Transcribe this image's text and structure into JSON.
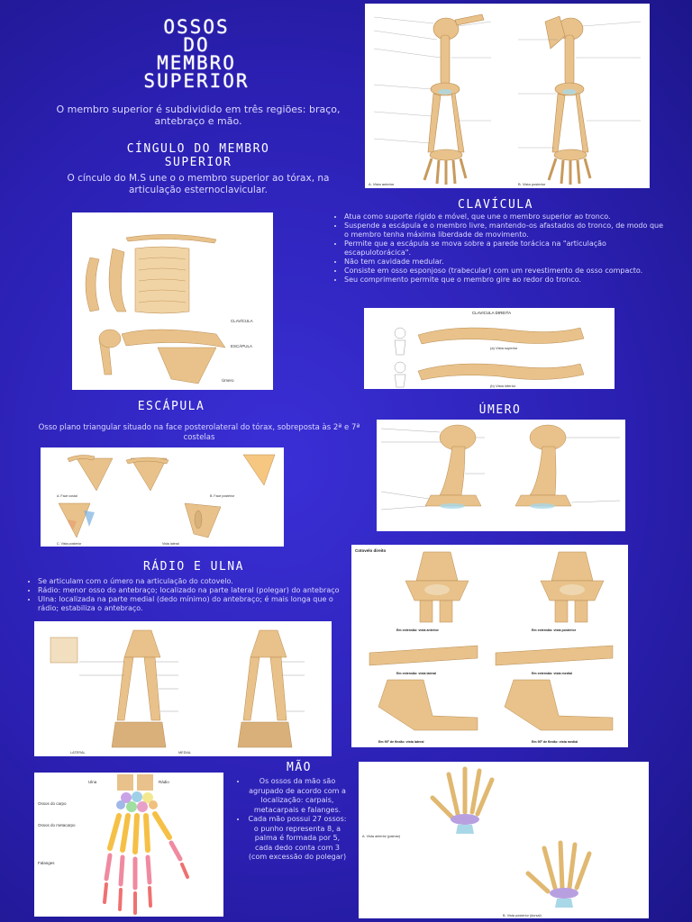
{
  "title": [
    "OSSOS",
    "DO",
    "MEMBRO",
    "SUPERIOR"
  ],
  "intro": "O membro superior é subdividido em três regiões: braço, antebraço e mão.",
  "cingulo": {
    "heading": "CÍNGULO DO MEMBRO SUPERIOR",
    "text": "O cínculo do M.S une o o membro superior ao tórax, na articulação esternoclavicular."
  },
  "clavicula": {
    "heading": "CLAVÍCULA",
    "bullets": [
      "Atua como suporte rígido e móvel, que une o membro superior ao tronco.",
      "Suspende a escápula e o membro livre, mantendo-os afastados do tronco, de modo que o membro tenha máxima liberdade de movimento.",
      "Permite que a escápula se mova sobre a parede torácica na \"articulação escapulotorácica\".",
      "Não tem cavidade medular.",
      "Consiste em osso esponjoso (trabecular) com um revestimento de osso compacto.",
      "Seu comprimento permite que o membro gire ao redor do tronco."
    ],
    "figure_title": "CLAVICULA DIREITA"
  },
  "escapula": {
    "heading": "ESCÁPULA",
    "text": "Osso plano triangular situado na face posterolateral do tórax, sobreposta às 2ª e 7ª costelas"
  },
  "umero": {
    "heading": "ÚMERO"
  },
  "radio_ulna": {
    "heading": "RÁDIO E ULNA",
    "bullets": [
      "Se articulam com o úmero na articulação do cotovelo.",
      "Rádio: menor osso do antebraço; localizado na parte lateral (polegar) do antebraço",
      "Ulna: localizada na parte medial (dedo mínimo) do antebraço; é mais longa que o rádio; estabiliza o antebraço."
    ]
  },
  "mao": {
    "heading": "MÃO",
    "bullets": [
      "Os ossos da mão são agrupado de acordo com a localização: carpais, metacarpais e falanges.",
      "Cada mão possui 27 ossos: o punho representa 8, a palma é formada por 5, cada dedo conta com 3 (com excessão do polegar)"
    ]
  },
  "fig_labels": {
    "arm_a": "A. Vista anterior",
    "arm_b": "B. Vista posterior",
    "cingulo_clav": "CLAVÍCULA",
    "cingulo_esc": "ESCÁPULA",
    "cingulo_umero": "Úmero",
    "clav_sup": "(a) Vista superior",
    "clav_inf": "(b) Vista inferior",
    "elbow_title": "Cotovelo direito",
    "elbow_ext_ant": "Em extensão: vista anterior",
    "elbow_ext_post": "Em extensão: vista posterior",
    "elbow_ext_lat": "Em extensão: vista lateral",
    "elbow_ext_med": "Em extensão: vista medial",
    "elbow_flex_lat": "Em 90º de flexão: vista lateral",
    "elbow_flex_med": "Em 90º de flexão: vista medial",
    "hand_ant": "A. Vista anterior (palmar)",
    "hand_post": "B. Vista posterior (dorsal)",
    "hand_ulna": "Ulna",
    "hand_radio": "Rádio",
    "hand_carpo": "Ossos do carpo",
    "hand_meta": "Ossos do metacarpo",
    "hand_falanges": "Falanges",
    "forearm_lateral": "LATERAL",
    "forearm_medial": "MEDIAL",
    "esc_a": "A. Face costal",
    "esc_b": "B. Face posterior",
    "esc_c": "C. Vista posterior",
    "esc_lat": "Vista lateral"
  },
  "colors": {
    "background": "#2a1fb0",
    "bone": "#e8c28a",
    "bone_dark": "#c89a5c",
    "cartilage": "#a8d8e8"
  }
}
